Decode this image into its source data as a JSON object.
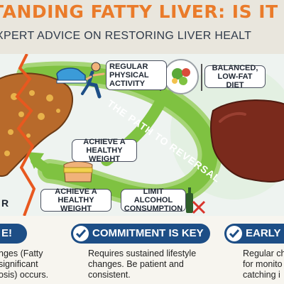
{
  "header": {
    "title": "TANDING FATTY LIVER: IS IT REVE",
    "subtitle": "XPERT ADVICE ON RESTORING LIVER HEALT"
  },
  "scene": {
    "path_label": "THE PATH TO REVERSAL",
    "left_cut_label": "R",
    "steps": {
      "regular_activity": "REGULAR\nPHYSICAL\nACTIVITY",
      "balanced_diet": "BALANCED,\nLOW-FAT DIET",
      "healthy_weight_upper": "ACHIEVE A\nHEALTHY WEIGHT",
      "healthy_weight_lower": "ACHIEVE A\nHEALTHY WEIGHT",
      "limit_alcohol": "LIMIT ALCOHOL\nCONSUMPTION"
    }
  },
  "footer": {
    "cards": [
      {
        "badge": "E!",
        "text": "nges (Fatty\nsignificant\nosis) occurs."
      },
      {
        "badge": "COMMITMENT IS KEY",
        "text": "Requires sustained lifestyle\nchanges. Be patient and\nconsistent."
      },
      {
        "badge": "EARLY D",
        "text": "Regular ch\nfor monito\ncatching i"
      }
    ]
  },
  "colors": {
    "title": "#ea7b2a",
    "badge": "#1d4e86",
    "arrow_green": "#7fc241",
    "liver_sick": "#b86a2b",
    "liver_healthy": "#7a2a1c",
    "lightning": "#e8581f"
  }
}
